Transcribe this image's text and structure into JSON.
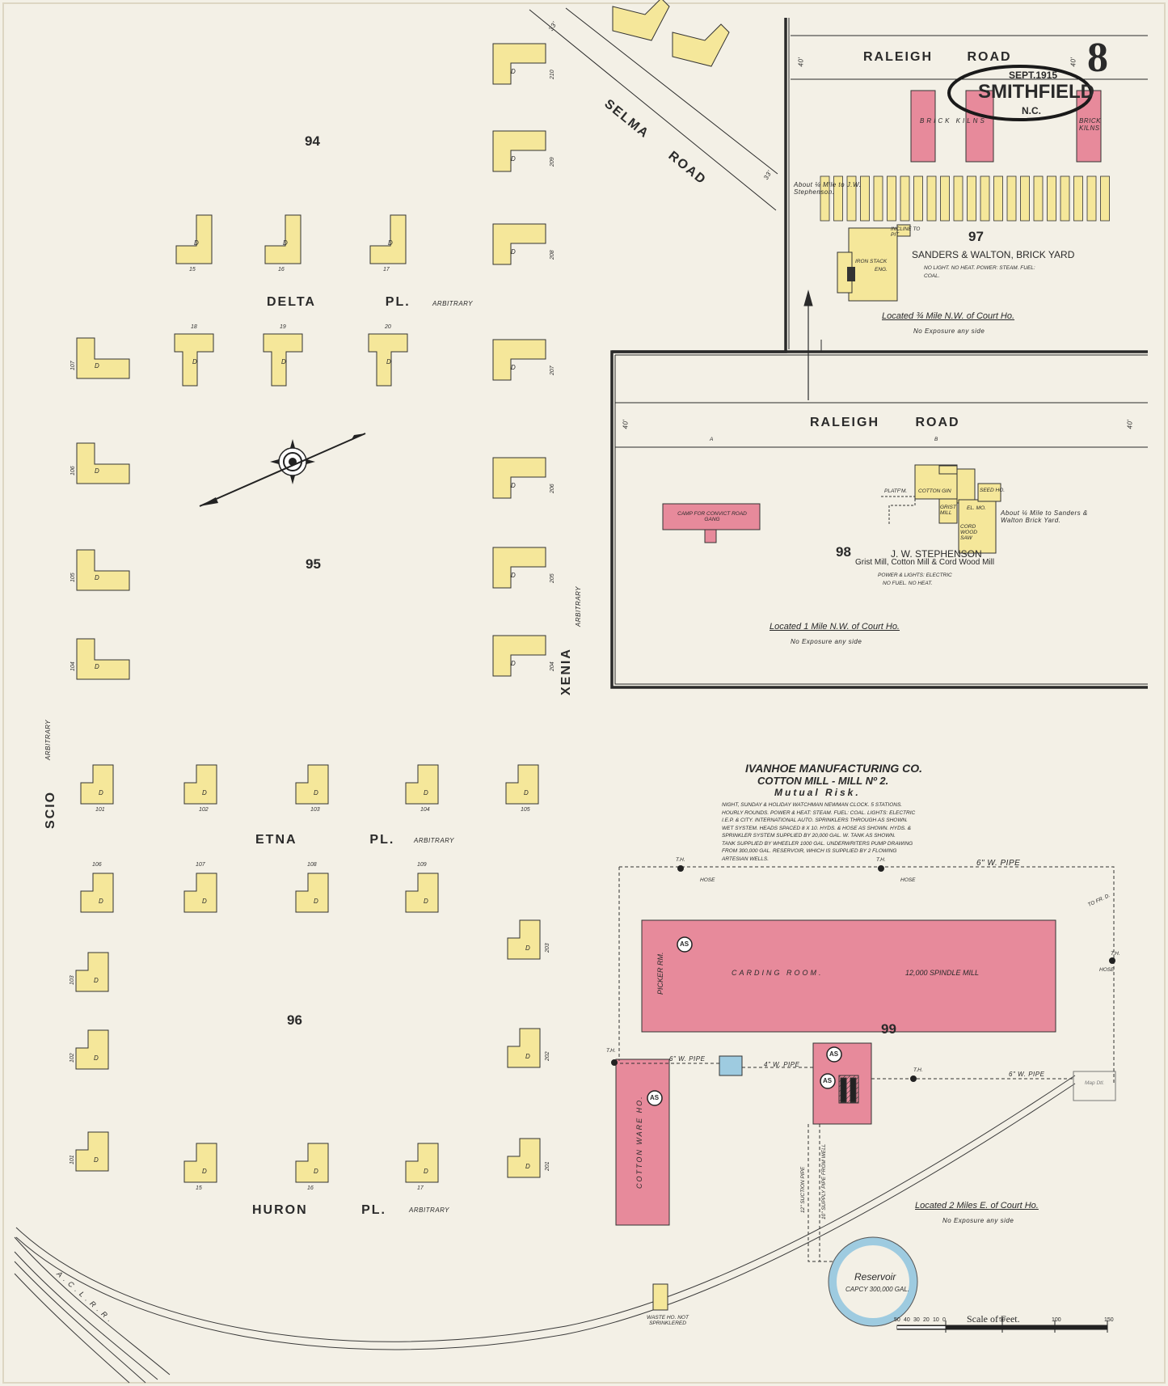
{
  "sheet": {
    "number": "8",
    "date": "SEPT.1915",
    "town": "SMITHFIELD",
    "state": "N.C."
  },
  "colors": {
    "paper": "#f3f0e6",
    "frame": "#f5e79a",
    "brick": "#e78a9b",
    "stone": "#9ecbe0",
    "line": "#2a2a2a"
  },
  "streets": {
    "raleigh_top": "RALEIGH ROAD",
    "raleigh_mid": "RALEIGH ROAD",
    "selma": "SELMA ROAD",
    "xenia": "XENIA",
    "xenia_note": "ARBITRARY",
    "scio": "SCIO",
    "scio_note": "ARBITRARY",
    "delta": "DELTA PL.",
    "etna": "ETNA PL.",
    "huron": "HURON PL.",
    "arbitrary": "ARBITRARY",
    "width_40": "40'",
    "width_33": "33'",
    "rr": "A.C.L.R.R."
  },
  "blocks": [
    "94",
    "95",
    "96",
    "97",
    "98",
    "99"
  ],
  "lot_numbers": {
    "delta_top": [
      "15",
      "16",
      "17"
    ],
    "delta_bottom": [
      "18",
      "19",
      "20"
    ],
    "xenia_east": [
      "210",
      "209",
      "208",
      "207",
      "206",
      "205",
      "204"
    ],
    "scio_west": [
      "107",
      "106",
      "105",
      "104"
    ],
    "etna_top": [
      "101",
      "102",
      "103",
      "104",
      "105"
    ],
    "etna_bottom": [
      "106",
      "107",
      "108",
      "109"
    ],
    "scio_lower": [
      "103",
      "102",
      "101"
    ],
    "xenia_lower": [
      "203",
      "202",
      "201"
    ],
    "huron": [
      "15",
      "16",
      "17"
    ]
  },
  "brickyard": {
    "name": "SANDERS & WALTON, BRICK YARD",
    "info": "NO LIGHT. NO HEAT. POWER: STEAM. FUEL: COAL.",
    "kilns": "BRICK KILNS",
    "kilns_right": "BRICK KILNS",
    "incline": "INCLINE TO PIT",
    "engine": "ENG.",
    "stack": "IRON STACK",
    "distance": "About ¼ Mile to J.W. Stephenson.",
    "located": "Located ¾ Mile N.W. of Court Ho.",
    "exposure": "No Exposure any side"
  },
  "stephenson": {
    "name": "J. W. STEPHENSON",
    "sub": "Grist Mill, Cotton Mill & Cord Wood Mill",
    "info1": "POWER & LIGHTS: ELECTRIC",
    "info2": "NO FUEL. NO HEAT.",
    "platform": "PLATF'M.",
    "gin": "COTTON GIN",
    "seed": "SEED HO.",
    "grist": "GRIST MILL",
    "cord": "CORD WOOD SAW",
    "elmo": "EL. MO.",
    "distance": "About ¼ Mile to Sanders & Walton Brick Yard.",
    "located": "Located 1 Mile N.W. of Court Ho.",
    "exposure": "No Exposure any side",
    "camp": "CAMP FOR CONVICT ROAD GANG",
    "lot_a": "A",
    "lot_b": "B"
  },
  "ivanhoe": {
    "name": "IVANHOE MANUFACTURING CO.",
    "sub": "COTTON MILL - MILL Nº 2.",
    "risk": "Mutual Risk.",
    "desc": [
      "NIGHT, SUNDAY & HOLIDAY WATCHMAN NEWMAN CLOCK. 5 STATIONS.",
      "HOURLY ROUNDS. POWER & HEAT: STEAM. FUEL: COAL. LIGHTS: ELECTRIC",
      "I.E.P. & CITY. INTERNATIONAL AUTO. SPRINKLERS THROUGH AS SHOWN.",
      "WET SYSTEM. HEADS SPACED 8 X 10. HYDS. & HOSE AS SHOWN. HYDS. &",
      "SPRINKLER SYSTEM SUPPLIED BY 20,000 GAL. W. TANK AS SHOWN.",
      "TANK SUPPLIED BY WHEELER 1000 GAL. UNDERWRITERS PUMP DRAWING",
      "FROM 300,000 GAL. RESERVOIR, WHICH IS SUPPLIED BY 2 FLOWING",
      "ARTESIAN WELLS."
    ],
    "carding": "CARDING ROOM.",
    "spindle": "12,000 SPINDLE MILL",
    "picker": "PICKER RM.",
    "cotton": "COTTON WARE HO.",
    "pipe": "6\" W. PIPE",
    "pipe4": "4\" W. PIPE",
    "th": "T.H.",
    "hose": "HOSE",
    "as": "AS",
    "reservoir": "Reservoir",
    "reservoir_cap": "CAPCY 300,000 GAL.",
    "waste": "WASTE HO. NOT SPRINKLERED",
    "to_fr": "TO FR. D.",
    "suction": "12\" SUCTION PIPE",
    "supply": "10\" SUPPLY PIPE FROM WELL",
    "located": "Located 2 Miles E. of Court Ho.",
    "exposure": "No Exposure any side",
    "map_stamp": "Map Dtl."
  },
  "scale": {
    "label": "Scale of Feet.",
    "ticks": [
      "50",
      "40",
      "30",
      "20",
      "10",
      "0",
      "50",
      "100",
      "150"
    ]
  },
  "dwelling_mark": "D"
}
